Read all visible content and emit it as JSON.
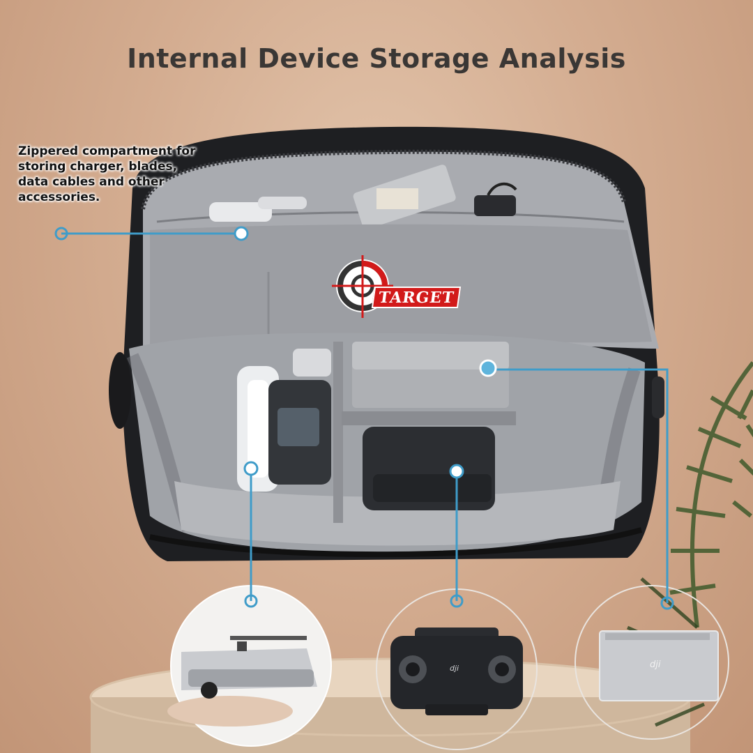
{
  "title": "Internal Device Storage Analysis",
  "callouts": {
    "zippered_compartment": "Zippered compartment for storing charger, blades, data cables and other accessories."
  },
  "logo": {
    "text": "TARGET"
  },
  "products": {
    "remote_brand": "dji",
    "hub_brand": "dji"
  },
  "colors": {
    "callout_line": "#3f9cc9",
    "logo_red": "#d21a1a",
    "title": "#3a3735",
    "bag_lining": "#a7a9ae",
    "bag_shell": "#1e1f22"
  }
}
